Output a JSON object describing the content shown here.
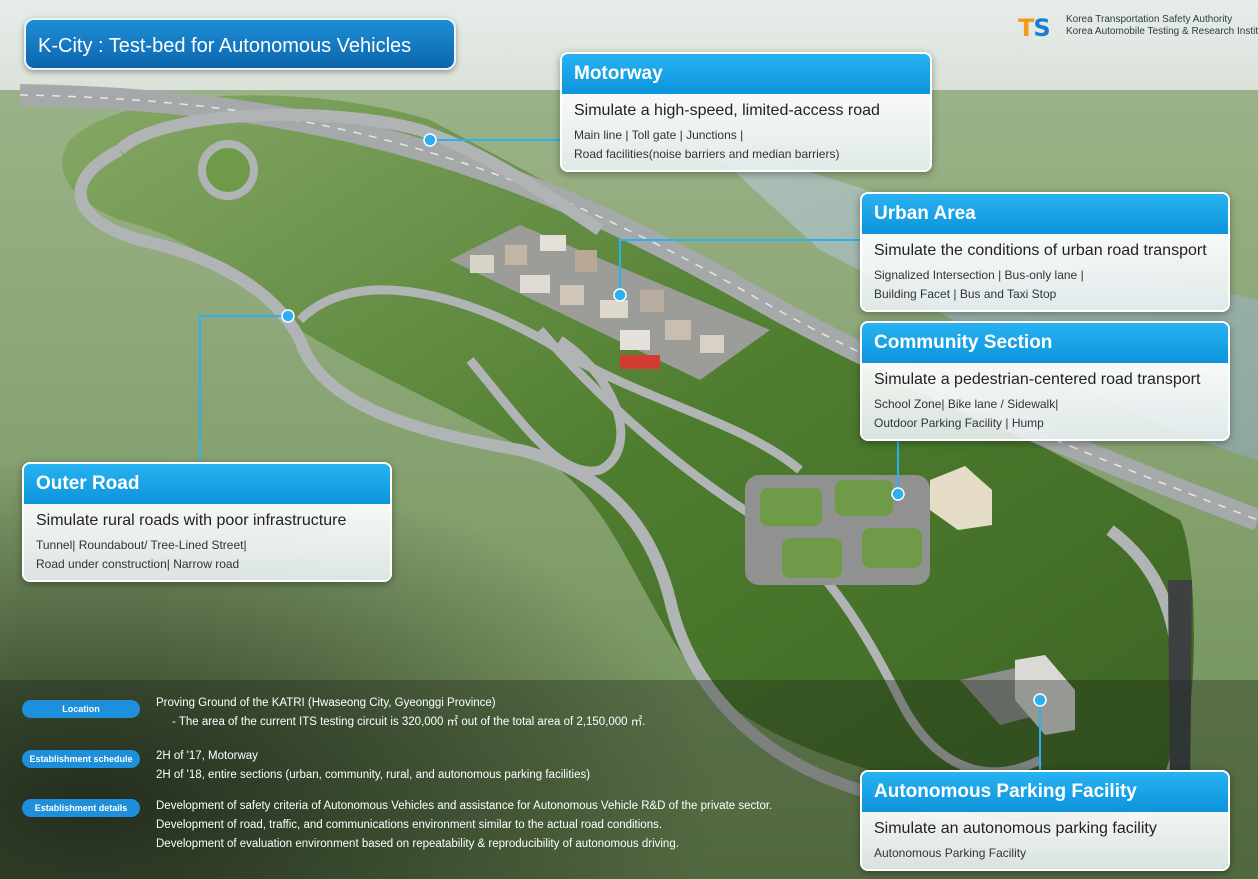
{
  "title": "K-City : Test-bed for Autonomous Vehicles",
  "logo": {
    "mark_t": "T",
    "mark_s": "S",
    "line1": "Korea Transportation Safety Authority",
    "line2": "Korea Automobile Testing & Research Institute"
  },
  "cards": {
    "motorway": {
      "heading": "Motorway",
      "subtitle": "Simulate a high-speed, limited-access road",
      "lines": [
        "Main line | Toll gate | Junctions |",
        "Road facilities(noise barriers and median barriers)"
      ]
    },
    "urban": {
      "heading": "Urban Area",
      "subtitle": "Simulate the conditions of urban road transport",
      "lines": [
        "Signalized Intersection | Bus-only lane |",
        "Building Facet | Bus and Taxi Stop"
      ]
    },
    "community": {
      "heading": "Community Section",
      "subtitle": "Simulate a pedestrian-centered road transport",
      "lines": [
        "School Zone| Bike lane / Sidewalk|",
        "Outdoor Parking Facility | Hump"
      ]
    },
    "outer": {
      "heading": "Outer Road",
      "subtitle": "Simulate rural roads with poor infrastructure",
      "lines": [
        "Tunnel| Roundabout/ Tree-Lined Street|",
        "Road under construction| Narrow road"
      ]
    },
    "parking": {
      "heading": "Autonomous Parking Facility",
      "subtitle": "Simulate an autonomous parking facility",
      "lines": [
        "Autonomous Parking Facility"
      ]
    }
  },
  "info": {
    "location": {
      "label": "Location",
      "lines": [
        "Proving Ground of the KATRI (Hwaseong City, Gyeonggi Province)",
        "- The area of the current ITS testing circuit is 320,000 ㎡ out of the total area of 2,150,000 ㎡."
      ]
    },
    "schedule": {
      "label": "Establishment schedule",
      "lines": [
        "2H of '17, Motorway",
        "2H of '18, entire sections (urban, community, rural, and autonomous parking facilities)"
      ]
    },
    "details": {
      "label": "Establishment details",
      "lines": [
        "Development of safety criteria of Autonomous Vehicles and assistance for Autonomous Vehicle  R&D of the private sector.",
        "Development of  road, traffic, and communications environment similar to the actual road conditions.",
        "Development of  evaluation environment  based on repeatability & reproducibility of autonomous driving."
      ]
    }
  },
  "colors": {
    "accent": "#0d94dc",
    "title_blue": "#0b66ad",
    "grass": "#4e7a2e",
    "road": "#9ea3a6",
    "logo_orange": "#f29a1d",
    "logo_blue": "#1b7bd6"
  }
}
